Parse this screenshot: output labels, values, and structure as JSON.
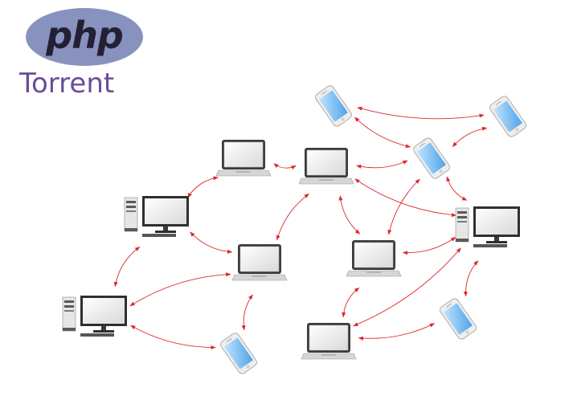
{
  "logo": {
    "php": "php",
    "product": "Torrent"
  },
  "colors": {
    "link": "#e0262a",
    "screen": "#6fb8f0",
    "device_body": "#5a5a5a",
    "logo_oval": "#8892be",
    "logo_text": "#231f35",
    "torrent_text": "#6b4c9a"
  },
  "network": {
    "nodes": [
      {
        "id": "phone-top-left",
        "type": "phone"
      },
      {
        "id": "phone-top-right",
        "type": "phone"
      },
      {
        "id": "phone-center",
        "type": "phone"
      },
      {
        "id": "laptop-top-left",
        "type": "laptop"
      },
      {
        "id": "laptop-top-center",
        "type": "laptop"
      },
      {
        "id": "desktop-left",
        "type": "desktop"
      },
      {
        "id": "desktop-right",
        "type": "desktop"
      },
      {
        "id": "laptop-mid-left",
        "type": "laptop"
      },
      {
        "id": "laptop-mid-right",
        "type": "laptop"
      },
      {
        "id": "desktop-bottom-left",
        "type": "desktop"
      },
      {
        "id": "phone-bottom-left",
        "type": "phone"
      },
      {
        "id": "laptop-bottom-center",
        "type": "laptop"
      },
      {
        "id": "phone-bottom-right",
        "type": "phone"
      }
    ],
    "links": [
      [
        "phone-top-left",
        "phone-top-right"
      ],
      [
        "phone-top-left",
        "phone-center"
      ],
      [
        "phone-top-right",
        "phone-center"
      ],
      [
        "laptop-top-left",
        "laptop-top-center"
      ],
      [
        "laptop-top-center",
        "phone-center"
      ],
      [
        "laptop-top-left",
        "desktop-left"
      ],
      [
        "phone-center",
        "desktop-right"
      ],
      [
        "laptop-top-center",
        "desktop-right"
      ],
      [
        "laptop-top-center",
        "laptop-mid-left"
      ],
      [
        "laptop-top-center",
        "laptop-mid-right"
      ],
      [
        "phone-center",
        "laptop-mid-right"
      ],
      [
        "laptop-mid-right",
        "desktop-right"
      ],
      [
        "desktop-left",
        "laptop-mid-left"
      ],
      [
        "desktop-left",
        "desktop-bottom-left"
      ],
      [
        "laptop-mid-left",
        "desktop-bottom-left"
      ],
      [
        "laptop-mid-left",
        "phone-bottom-left"
      ],
      [
        "desktop-bottom-left",
        "phone-bottom-left"
      ],
      [
        "laptop-mid-right",
        "laptop-bottom-center"
      ],
      [
        "laptop-bottom-center",
        "desktop-right"
      ],
      [
        "laptop-bottom-center",
        "phone-bottom-right"
      ],
      [
        "desktop-right",
        "phone-bottom-right"
      ]
    ]
  }
}
